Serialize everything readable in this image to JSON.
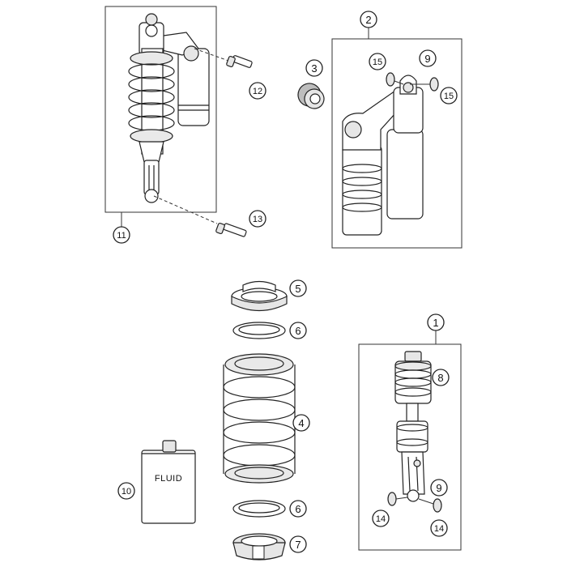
{
  "callouts": {
    "c1": "1",
    "c2": "2",
    "c3": "3",
    "c4": "4",
    "c5": "5",
    "c6a": "6",
    "c6b": "6",
    "c7": "7",
    "c8": "8",
    "c9a": "9",
    "c9b": "9",
    "c10": "10",
    "c11": "11",
    "c12": "12",
    "c13": "13",
    "c14a": "14",
    "c14b": "14",
    "c15a": "15",
    "c15b": "15"
  },
  "fluid_label": "FLUID"
}
